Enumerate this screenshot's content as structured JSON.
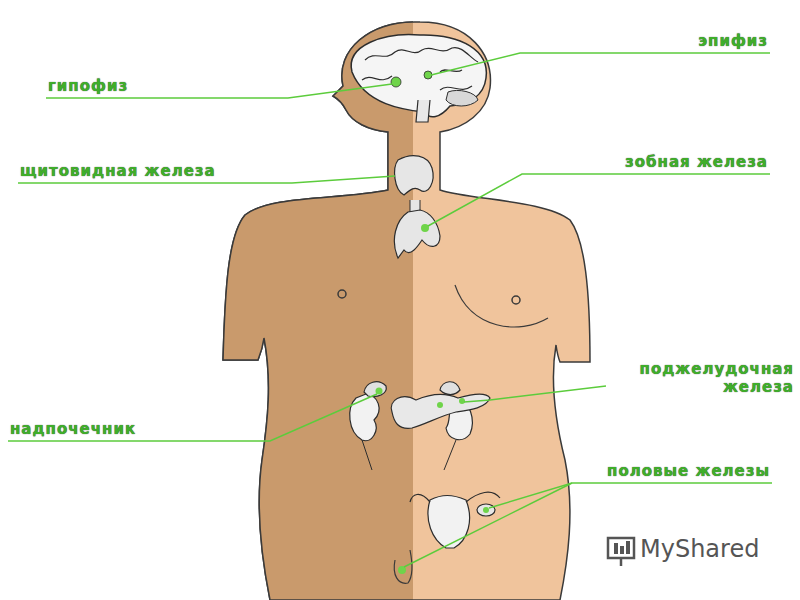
{
  "diagram": {
    "labels": [
      "гипофиз",
      "эпифиз",
      "щитовидная железа",
      "зобная железа",
      "поджелудочная железа",
      "надпочечник",
      "половые железы",
      "MyShared"
    ]
  }
}
